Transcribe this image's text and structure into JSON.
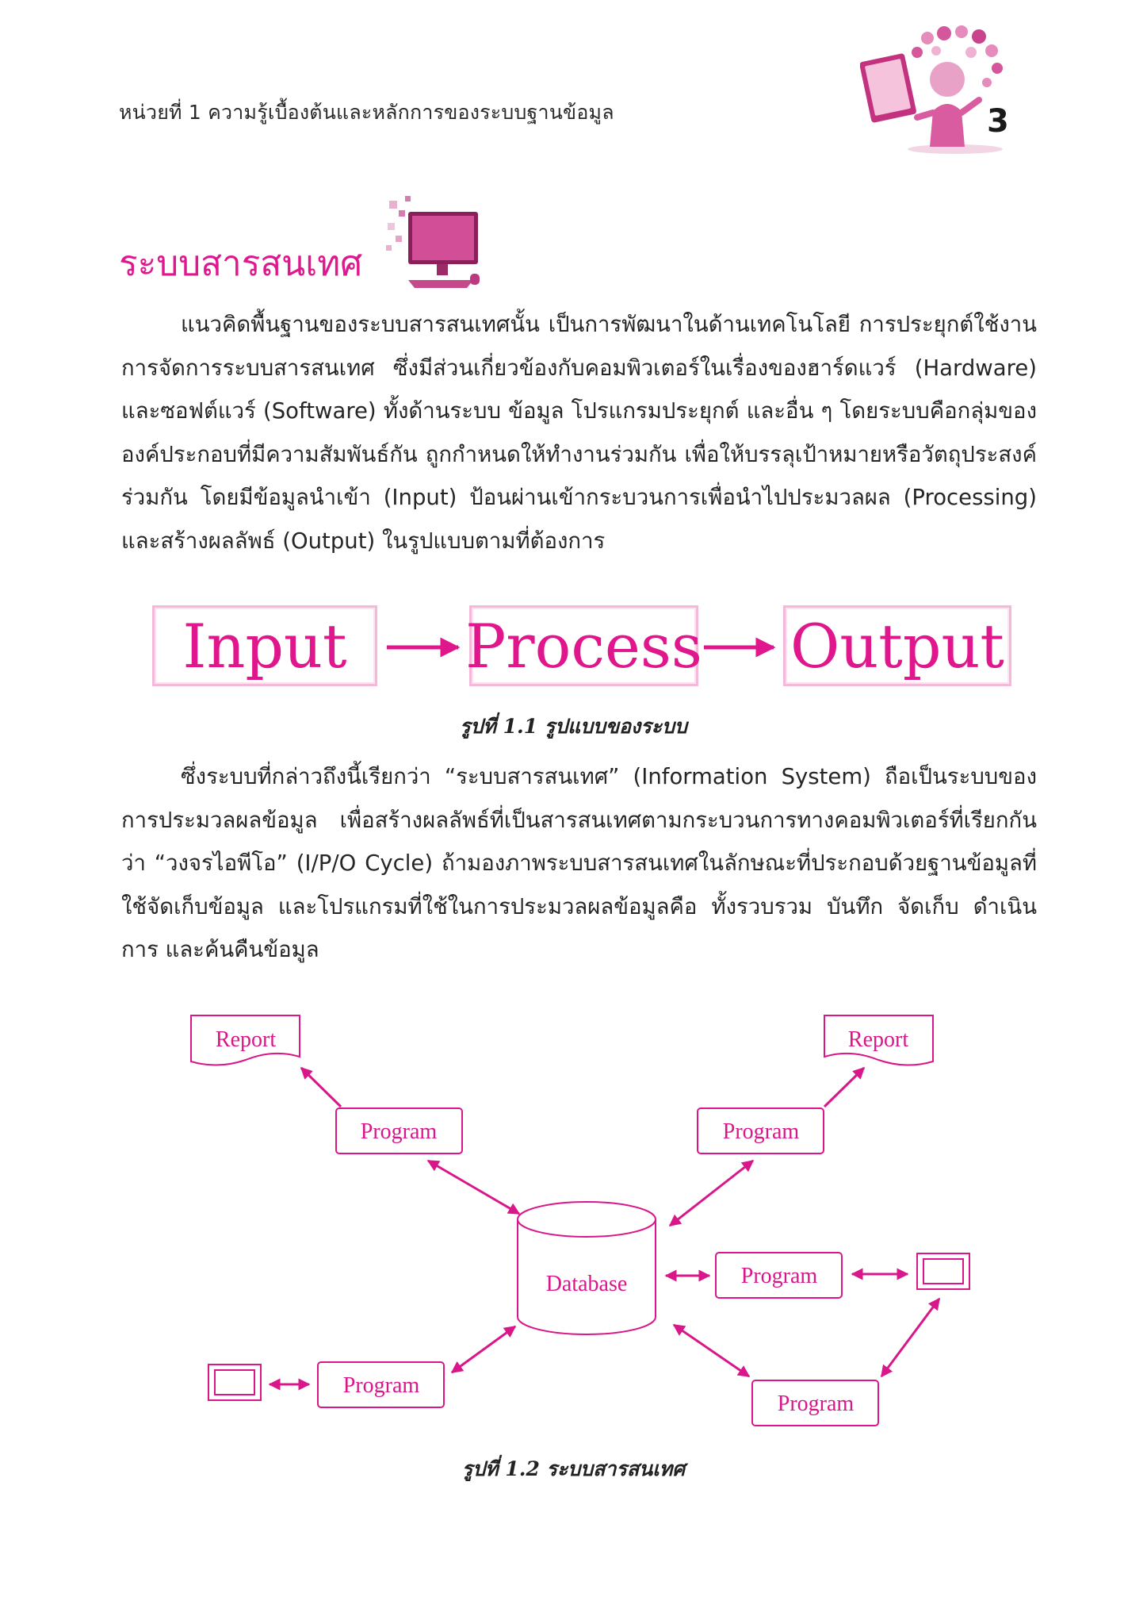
{
  "header": {
    "unit_title": "หน่วยที่ 1  ความรู้เบื้องต้นและหลักการของระบบฐานข้อมูล",
    "page_number": "3"
  },
  "section": {
    "title": "ระบบสารสนเทศ"
  },
  "paragraphs": {
    "p1": "แนวคิดพื้นฐานของระบบสารสนเทศนั้น เป็นการพัฒนาในด้านเทคโนโลยี การประยุกต์ใช้งาน การจัดการระบบสารสนเทศ ซึ่งมีส่วนเกี่ยวข้องกับคอมพิวเตอร์ในเรื่องของฮาร์ดแวร์ (Hardware) และซอฟต์แวร์ (Software) ทั้งด้านระบบ ข้อมูล โปรแกรมประยุกต์ และอื่น ๆ โดยระบบคือกลุ่มขององค์ประกอบที่มีความสัมพันธ์กัน ถูกกำหนดให้ทำงานร่วมกัน เพื่อให้บรรลุเป้าหมายหรือวัตถุประสงค์ร่วมกัน โดยมีข้อมูลนำเข้า (Input) ป้อนผ่านเข้ากระบวนการเพื่อนำไปประมวลผล (Processing) และสร้างผลลัพธ์ (Output) ในรูปแบบตามที่ต้องการ",
    "p2": "ซึ่งระบบที่กล่าวถึงนี้เรียกว่า “ระบบสารสนเทศ” (Information System) ถือเป็นระบบของการประมวลผลข้อมูล เพื่อสร้างผลลัพธ์ที่เป็นสารสนเทศตามกระบวนการทางคอมพิวเตอร์ที่เรียกกันว่า “วงจรไอพีโอ” (I/P/O Cycle) ถ้ามองภาพระบบสารสนเทศในลักษณะที่ประกอบด้วยฐานข้อมูลที่ใช้จัดเก็บข้อมูล และโปรแกรมที่ใช้ในการประมวลผลข้อมูลคือ ทั้งรวบรวม บันทึก จัดเก็บ ดำเนินการ และค้นคืนข้อมูล"
  },
  "figure1": {
    "input_label": "Input",
    "process_label": "Process",
    "output_label": "Output",
    "caption": "รูปที่ 1.1 รูปแบบของระบบ"
  },
  "figure2": {
    "database_label": "Database",
    "report_left": "Report",
    "report_right": "Report",
    "program_top_left": "Program",
    "program_top_right": "Program",
    "program_mid_right": "Program",
    "program_bottom_left": "Program",
    "program_bottom_right": "Program",
    "caption": "รูปที่ 1.2 ระบบสารสนเทศ"
  },
  "colors": {
    "accent": "#e0188f",
    "diagram": "#d9168a"
  }
}
